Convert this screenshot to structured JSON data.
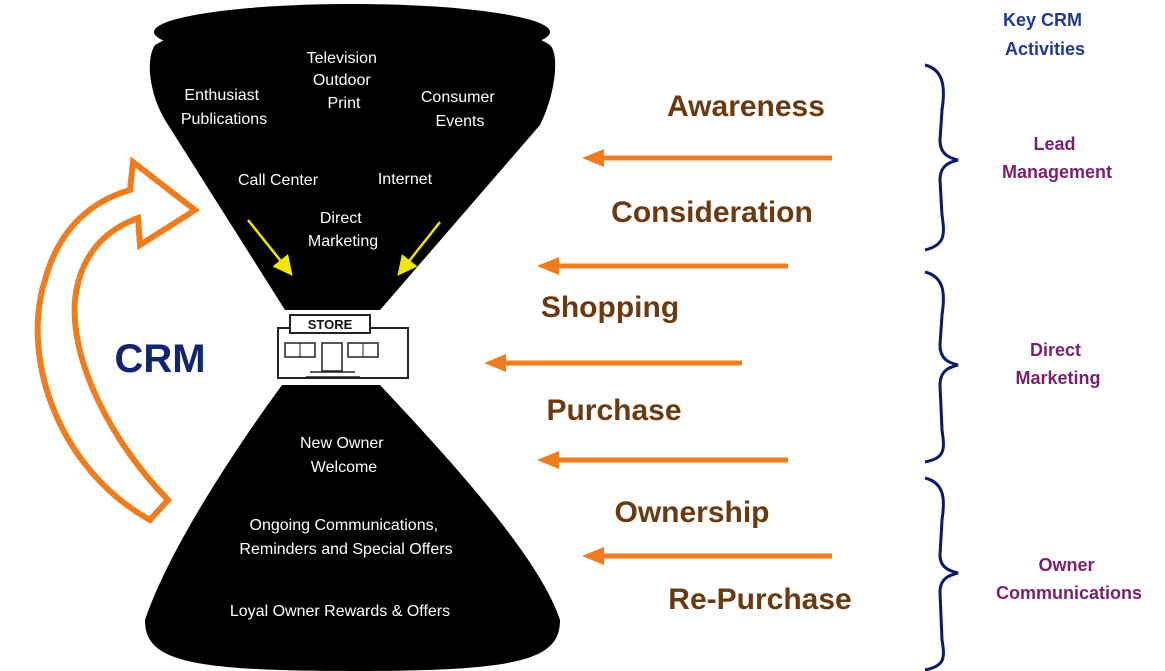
{
  "key_heading": [
    "Key CRM",
    "Activities"
  ],
  "crm_label": "CRM",
  "store_label": "STORE",
  "top_funnel_items": [
    [
      "Television",
      "Outdoor",
      "Print"
    ],
    [
      "Enthusiast",
      "Publications"
    ],
    [
      "Consumer",
      "Events"
    ],
    [
      "Call Center"
    ],
    [
      "Internet"
    ],
    [
      "Direct",
      "Marketing"
    ]
  ],
  "bottom_funnel_items": [
    [
      "New Owner",
      "Welcome"
    ],
    [
      "Ongoing Communications,",
      "Reminders and Special Offers"
    ],
    [
      "Loyal Owner Rewards & Offers"
    ]
  ],
  "stages": [
    "Awareness",
    "Consideration",
    "Shopping",
    "Purchase",
    "Ownership",
    "Re-Purchase"
  ],
  "activities": [
    [
      "Lead",
      "Management"
    ],
    [
      "Direct",
      "Marketing"
    ],
    [
      "Owner",
      "Communications"
    ]
  ],
  "colors": {
    "funnel": "#000000",
    "arrow_orange": "#f07c1e",
    "stage_text": "#6b3a10",
    "crm_text": "#12256e",
    "key_heading": "#1f3a93",
    "activity_text": "#7a1f6e",
    "bracket": "#0b1a6b",
    "yellow_arrow": "#f2e600"
  }
}
